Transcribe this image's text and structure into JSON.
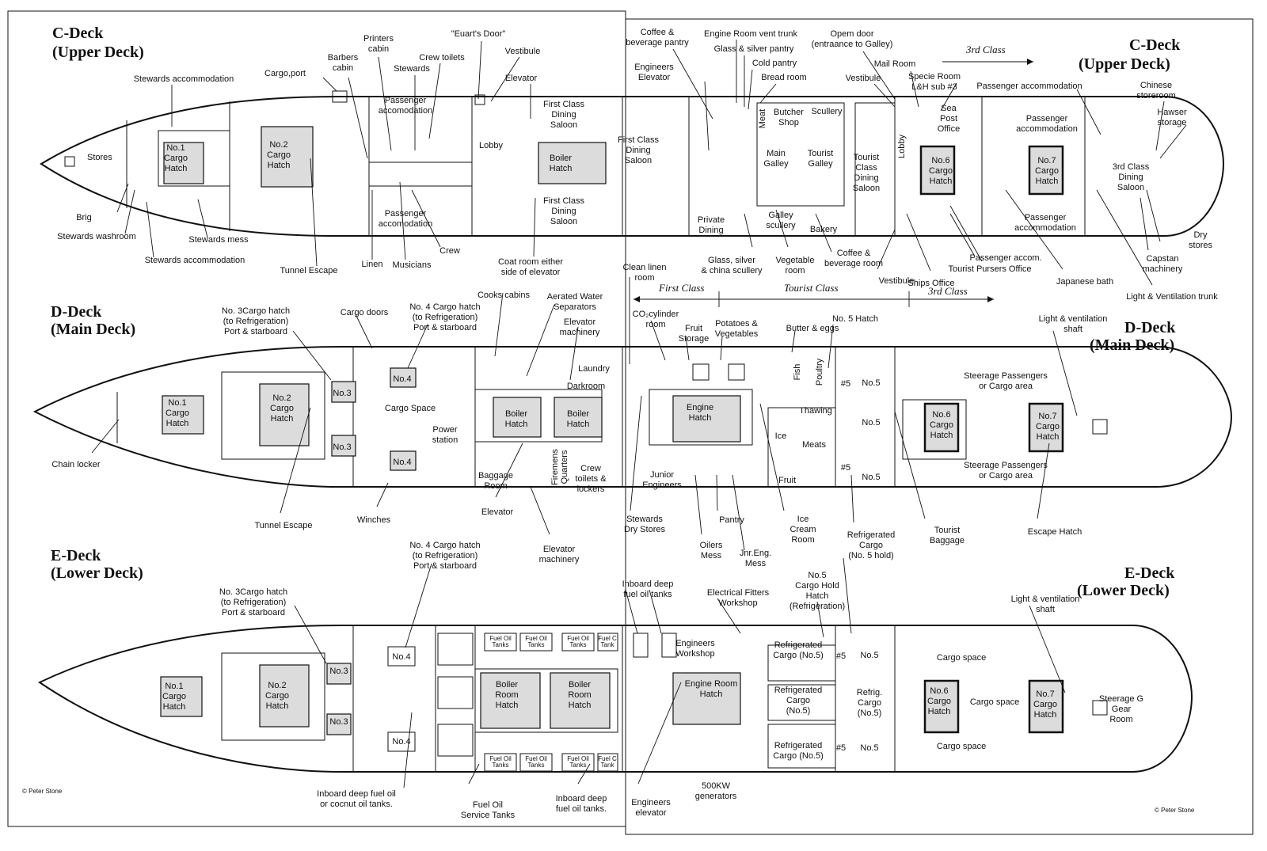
{
  "decks": {
    "c_left": {
      "name": "C-Deck",
      "sub": "(Upper Deck)"
    },
    "c_right": {
      "name": "C-Deck",
      "sub": "(Upper Deck)"
    },
    "d_left": {
      "name": "D-Deck",
      "sub": "(Main Deck)"
    },
    "d_right": {
      "name": "D-Deck",
      "sub": "(Main Deck)"
    },
    "e_left": {
      "name": "E-Deck",
      "sub": "(Lower Deck)"
    },
    "e_right": {
      "name": "E-Deck",
      "sub": "(Lower Deck)"
    }
  },
  "classes": {
    "third_c": "3rd Class",
    "first": "First Class",
    "tourist": "Tourist Class",
    "third_d": "3rd Class"
  },
  "c_deck": {
    "stores": "Stores",
    "no1": [
      "No.1",
      "Cargo",
      "Hatch"
    ],
    "no2": [
      "No.2",
      "Cargo",
      "Hatch"
    ],
    "stewards_accom_top": "Stewards accommodation",
    "cargo_port": "Cargo,port",
    "barbers": [
      "Barbers",
      "cabin"
    ],
    "printers": [
      "Printers",
      "cabin"
    ],
    "stewards": "Stewards",
    "crew_toilets": "Crew toilets",
    "euarts_door": "\"Euart's Door\"",
    "vestibule_top": "Vestibule",
    "elevator": "Elevator",
    "pass_accom_top": [
      "Passenger",
      "accomodation"
    ],
    "pass_accom_bot": [
      "Passenger",
      "accomodation"
    ],
    "lobby": "Lobby",
    "fc_dining_top": [
      "First Class",
      "Dining",
      "Saloon"
    ],
    "fc_dining_bot": [
      "First Class",
      "Dining",
      "Saloon"
    ],
    "boiler_hatch": [
      "Boiler",
      "Hatch"
    ],
    "brig": "Brig",
    "stewards_washroom": "Stewards washroom",
    "stewards_mess": "Stewards mess",
    "stewards_accom_bot": "Stewards accommodation",
    "tunnel_escape": "Tunnel Escape",
    "linen": "Linen",
    "musicians": "Musicians",
    "crew": "Crew",
    "coat_room": [
      "Coat room either",
      "side of elevator"
    ],
    "coffee_pantry": [
      "Coffee &",
      "beverage pantry"
    ],
    "engineers_elevator": [
      "Engineers",
      "Elevator"
    ],
    "engine_vent": "Engine Room vent trunk",
    "glass_silver_pantry": "Glass & silver pantry",
    "cold_pantry": "Cold pantry",
    "bread_room": "Bread room",
    "open_door": [
      "Opem door",
      "(entraance to Galley)"
    ],
    "vestibule_r": "Vestibule",
    "mail_room": "Mail Room",
    "specie_room": [
      "Specie Room",
      "L&H sub #3"
    ],
    "pass_accom_r": "Passenger accommodation",
    "chinese_store": [
      "Chinese",
      "storeroom"
    ],
    "hawser": [
      "Hawser",
      "storage"
    ],
    "fc_dining_saloon": [
      "First Class",
      "Dining",
      "Saloon"
    ],
    "meat": "Meat",
    "butcher": [
      "Butcher",
      "Shop"
    ],
    "scullery": "Scullery",
    "main_galley": [
      "Main",
      "Galley"
    ],
    "tourist_galley": [
      "Tourist",
      "Galley"
    ],
    "tourist_dining": [
      "Tourist",
      "Class",
      "Dining",
      "Saloon"
    ],
    "lobby_r": "Lobby",
    "sea_post": [
      "Sea",
      "Post",
      "Office"
    ],
    "no6": [
      "No.6",
      "Cargo",
      "Hatch"
    ],
    "pass_accom_r2": [
      "Passenger",
      "accommodation"
    ],
    "no7": [
      "No.7",
      "Cargo",
      "Hatch"
    ],
    "third_dining": [
      "3rd Class",
      "Dining",
      "Saloon"
    ],
    "private_dining": [
      "Private",
      "Dining"
    ],
    "galley_scullery": [
      "Galley",
      "scullery"
    ],
    "bakery": "Bakery",
    "pass_accom_r3": [
      "Passenger",
      "accommodation"
    ],
    "dry_stores": [
      "Dry",
      "stores"
    ],
    "glass_scullery": [
      "Glass, silver",
      "& china scullery"
    ],
    "vegetable_room": [
      "Vegetable",
      "room"
    ],
    "coffee_room": [
      "Coffee &",
      "beverage room"
    ],
    "vestibule_b": "Vestibule",
    "ships_office": "Ships Office",
    "pass_accom_b": "Passenger accom.",
    "tourist_pursers": "Tourist Pursers Office",
    "japanese_bath": "Japanese bath",
    "capstan": [
      "Capstan",
      "machinery"
    ],
    "light_vent": "Light & Ventilation trunk"
  },
  "d_deck": {
    "no1": [
      "No.1",
      "Cargo",
      "Hatch"
    ],
    "no2": [
      "No.2",
      "Cargo",
      "Hatch"
    ],
    "no3a": "No.3",
    "no3b": "No.3",
    "no4a": "No.4",
    "no4b": "No.4",
    "no3_hatch_note": [
      "No. 3Cargo hatch",
      "(to Refrigeration)",
      "Port & starboard"
    ],
    "cargo_doors": "Cargo doors",
    "no4_hatch_note": [
      "No. 4 Cargo hatch",
      "(to Refrigeration)",
      "Port & starboard"
    ],
    "cooks_cabins": "Cooks cabins",
    "aerated": [
      "Aerated Water",
      "Separators"
    ],
    "elevator_mach_top": [
      "Elevator",
      "machinery"
    ],
    "laundry": "Laundry",
    "darkroom": "Darkroom",
    "cargo_space": "Cargo Space",
    "power_station": [
      "Power",
      "station"
    ],
    "boiler1": [
      "Boiler",
      "Hatch"
    ],
    "boiler2": [
      "Boiler",
      "Hatch"
    ],
    "baggage": [
      "Baggage",
      "Room"
    ],
    "firemens": [
      "Firemens",
      "Quarters"
    ],
    "crew_toilets": [
      "Crew",
      "toilets &",
      "lockers"
    ],
    "chain_locker": "Chain locker",
    "tunnel_escape": "Tunnel Escape",
    "winches": "Winches",
    "elevator": "Elevator",
    "clean_linen": [
      "Clean linen",
      "room"
    ],
    "co2": [
      "CO₂cylinder",
      "room"
    ],
    "fruit_storage": [
      "Fruit",
      "Storage"
    ],
    "potatoes": [
      "Potatoes &",
      "Vegetables"
    ],
    "butter": "Butter & eggs",
    "no5_hatch_lbl": "No. 5 Hatch",
    "fish": "Fish",
    "poultry": "Poultry",
    "h5a": "#5",
    "h5b": "#5",
    "no5a": "No.5",
    "no5b": "No.5",
    "no5c": "No.5",
    "engine_hatch": [
      "Engine",
      "Hatch"
    ],
    "thawing": "Thawing",
    "ice": "Ice",
    "meats": "Meats",
    "fruit": "Fruit",
    "junior_eng": [
      "Junior",
      "Engineers"
    ],
    "no6": [
      "No.6",
      "Cargo",
      "Hatch"
    ],
    "no7": [
      "No.7",
      "Cargo",
      "Hatch"
    ],
    "steerage_top": [
      "Steerage Passengers",
      "or Cargo area"
    ],
    "steerage_bot": [
      "Steerage Passengers",
      "or Cargo area"
    ],
    "light_vent": [
      "Light & ventilation",
      "shaft"
    ],
    "stewards_dry": [
      "Stewards",
      "Dry Stores"
    ],
    "pantry": "Pantry",
    "oilers": [
      "Oilers",
      "Mess"
    ],
    "jnr_mess": [
      "Jnr.Eng.",
      "Mess"
    ],
    "ice_cream": [
      "Ice",
      "Cream",
      "Room"
    ],
    "refrig_cargo": [
      "Refrigerated",
      "Cargo",
      "(No. 5 hold)"
    ],
    "tourist_baggage": [
      "Tourist",
      "Baggage"
    ],
    "escape_hatch": "Escape Hatch",
    "elevator_mach_bot": [
      "Elevator",
      "machinery"
    ],
    "no4_hatch_note_b": [
      "No. 4 Cargo hatch",
      "(to Refrigeration)",
      "Port & starboard"
    ]
  },
  "e_deck": {
    "no3_hatch_note": [
      "No. 3Cargo hatch",
      "(to Refrigeration)",
      "Port & starboard"
    ],
    "no1": [
      "No.1",
      "Cargo",
      "Hatch"
    ],
    "no2": [
      "No.2",
      "Cargo",
      "Hatch"
    ],
    "no3a": "No.3",
    "no3b": "No.3",
    "no4a": "No.4",
    "no4b": "No.4",
    "fuel_tank": [
      "Fuel Oil",
      "Tanks"
    ],
    "fuel_tank_short": [
      "Fuel C",
      "Tank"
    ],
    "boiler1": [
      "Boiler",
      "Room",
      "Hatch"
    ],
    "boiler2": [
      "Boiler",
      "Room",
      "Hatch"
    ],
    "inboard_top": [
      "Inboard deep",
      "fuel oil tanks"
    ],
    "electrical": [
      "Electrical Fitters",
      "Workshop"
    ],
    "no5_hold": [
      "No.5",
      "Cargo Hold",
      "Hatch",
      "(Refrigeration)"
    ],
    "light_vent": [
      "Light & ventilation",
      "shaft"
    ],
    "eng_workshop": [
      "Engineers",
      "Workshop"
    ],
    "engine_room": [
      "Engine Room",
      "Hatch"
    ],
    "refrig1": [
      "Refrigerated",
      "Cargo (No.5)"
    ],
    "refrig2": [
      "Refrigerated",
      "Cargo",
      "(No.5)"
    ],
    "refrig3": [
      "Refrigerated",
      "Cargo (No.5)"
    ],
    "h5a": "#5",
    "h5b": "#5",
    "no5a": "No.5",
    "no5b": "No.5",
    "refrig_cargo": [
      "Refrig.",
      "Cargo",
      "(No.5)"
    ],
    "cargo_top": "Cargo space",
    "cargo_mid": "Cargo space",
    "cargo_bot": "Cargo space",
    "no6": [
      "No.6",
      "Cargo",
      "Hatch"
    ],
    "no7": [
      "No.7",
      "Cargo",
      "Hatch"
    ],
    "steerage_gear": [
      "Steerage G",
      "Gear",
      "Room"
    ],
    "inboard_coconut": [
      "Inboard deep fuel oil",
      "or cocnut oil tanks."
    ],
    "fuel_service": [
      "Fuel Oil",
      "Service Tanks"
    ],
    "inboard_bot": [
      "Inboard deep",
      "fuel oil tanks."
    ],
    "generators": [
      "500KW",
      "generators"
    ],
    "eng_elevator": [
      "Engineers",
      "elevator"
    ]
  },
  "credits": {
    "left": "© Peter Stone",
    "right": "© Peter Stone"
  }
}
